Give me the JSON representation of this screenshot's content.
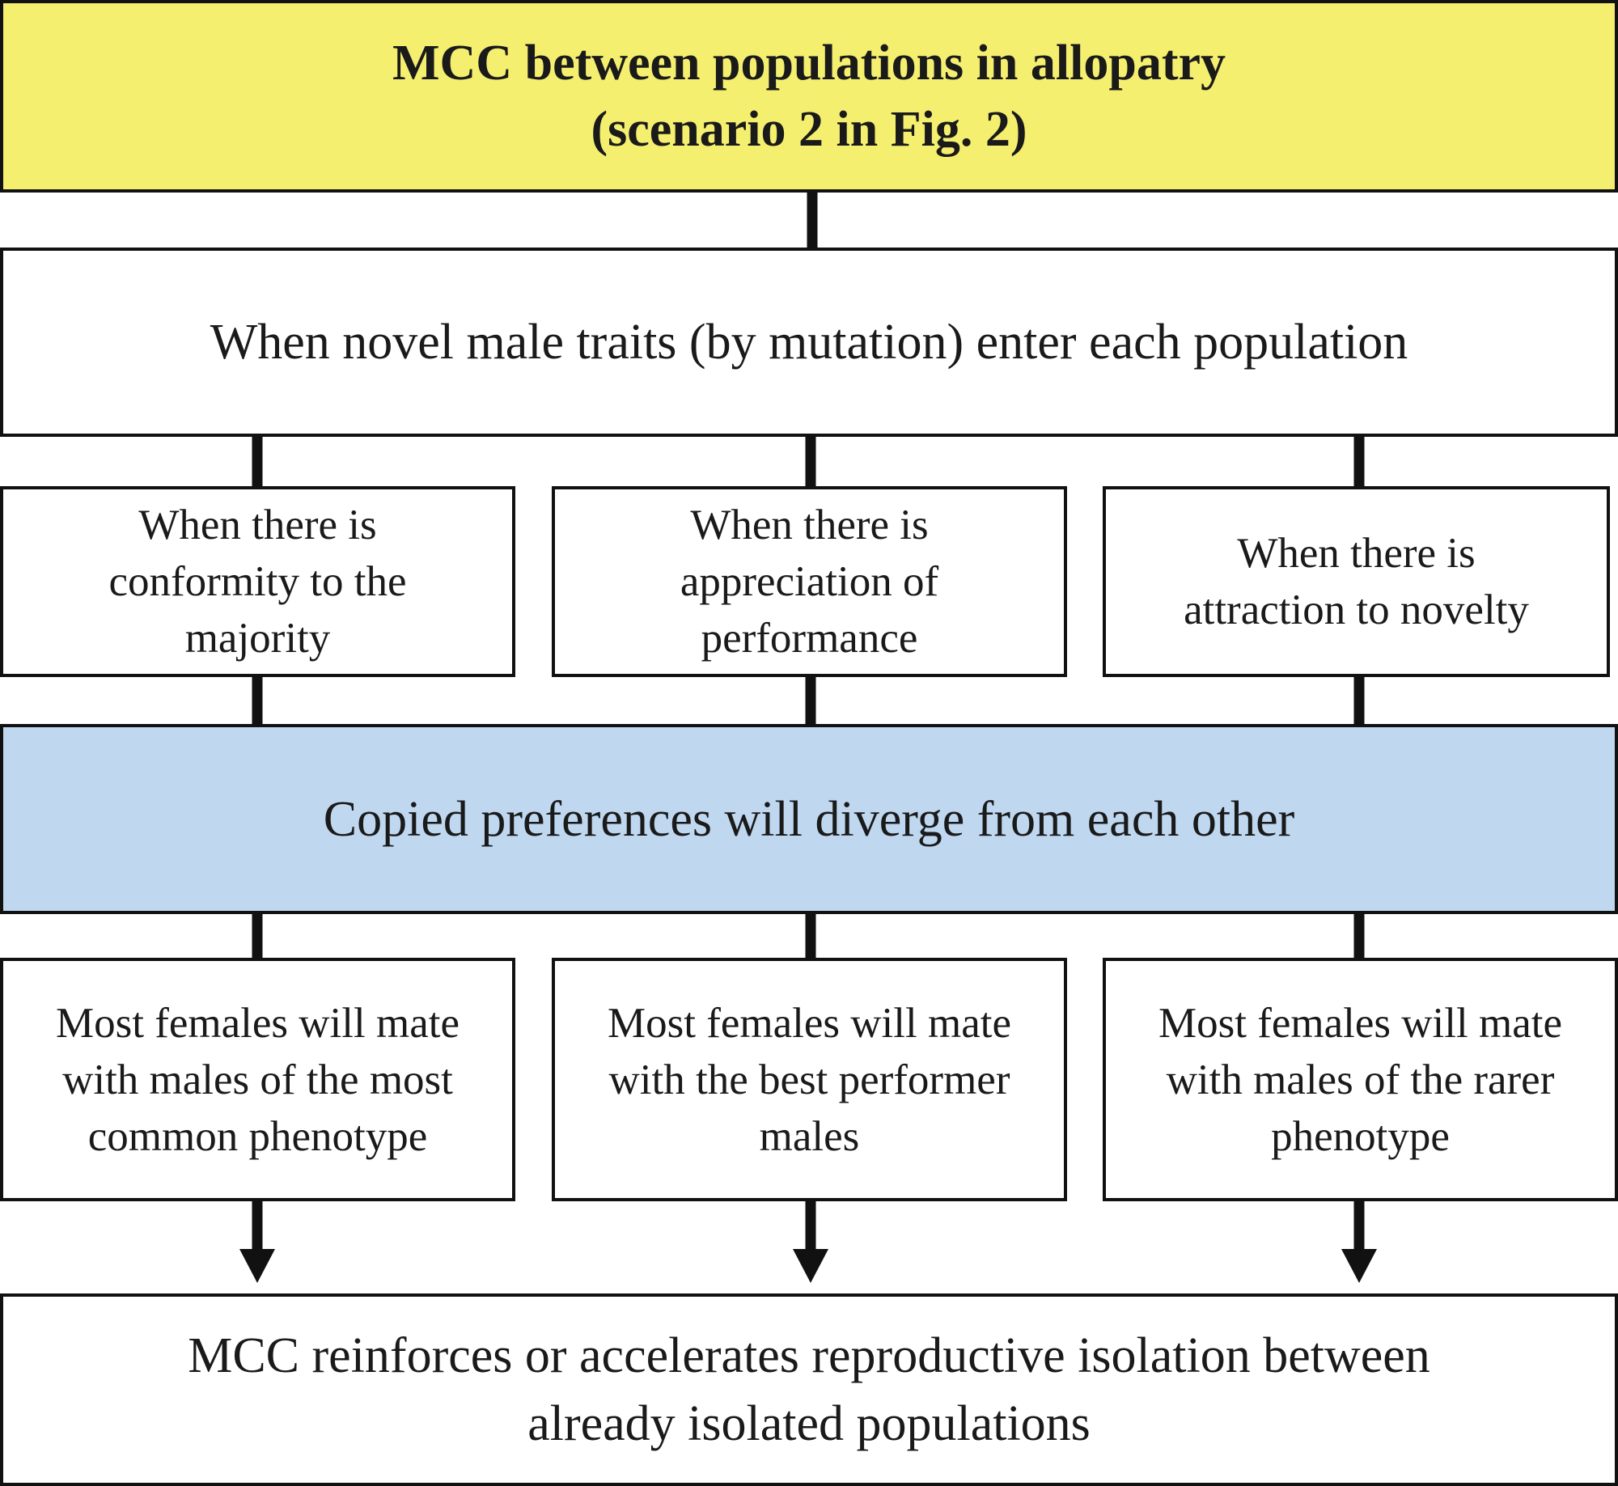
{
  "title": {
    "line1": "MCC between populations in allopatry",
    "line2": "(scenario 2 in Fig. 2)"
  },
  "trigger": "When novel male traits (by mutation) enter each population",
  "mechanisms": [
    {
      "text": "When there is\nconformity to the\nmajority"
    },
    {
      "text": "When there is\nappreciation of\nperformance"
    },
    {
      "text": "When there is\nattraction to novelty"
    }
  ],
  "divergence": "Copied preferences will diverge  from each other",
  "outcomes": [
    {
      "text": "Most females will mate\nwith males of the most\ncommon phenotype"
    },
    {
      "text": "Most females will mate\nwith the best performer\nmales"
    },
    {
      "text": "Most females will mate\nwith males of the rarer\nphenotype"
    }
  ],
  "result": {
    "line1": "MCC reinforces or accelerates reproductive isolation between",
    "line2": "already isolated populations"
  },
  "colors": {
    "title_fill": "#f5ef70",
    "divergence_fill": "#bfd8f0",
    "stroke": "#111111"
  }
}
